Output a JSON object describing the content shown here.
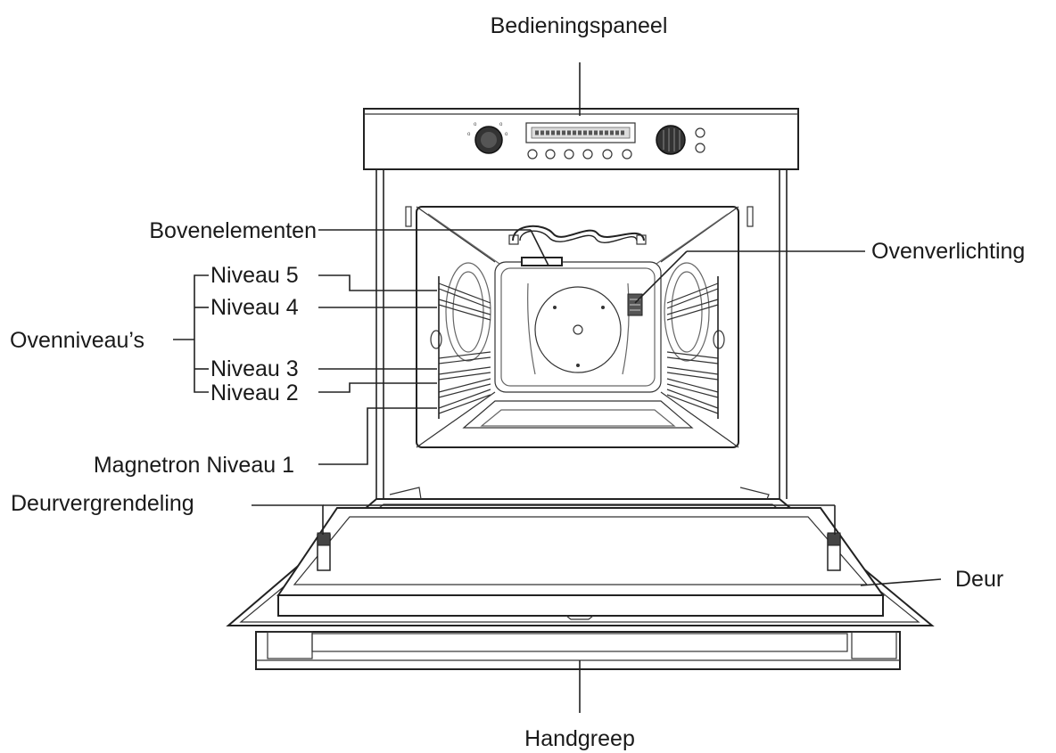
{
  "labels": {
    "control_panel": "Bedieningspaneel",
    "top_elements": "Bovenelementen",
    "oven_light": "Ovenverlichting",
    "oven_levels": "Ovenniveau’s",
    "level_5": "Niveau 5",
    "level_4": "Niveau 4",
    "level_3": "Niveau 3",
    "level_2": "Niveau 2",
    "magnetron_level_1": "Magnetron Niveau 1",
    "door_lock": "Deurvergrendeling",
    "door": "Deur",
    "handle": "Handgreep"
  }
}
